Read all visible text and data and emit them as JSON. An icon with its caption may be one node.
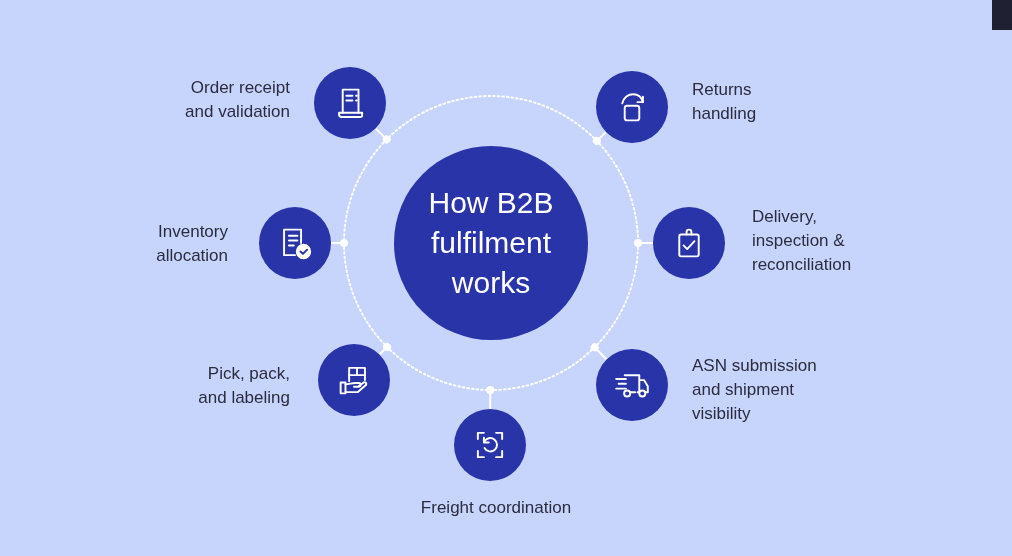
{
  "diagram": {
    "nodes": [
      {
        "text": [],
        "shape": "circle"
      },
      {
        "text": [
          "How B2B fulfilment works"
        ],
        "in": 0
      },
      {
        "text": [],
        "shape": "circle",
        "beside": [
          "Order receipt and validation"
        ]
      },
      {
        "text": [],
        "shape": "circle",
        "beside": [
          "Returns handling"
        ]
      },
      {
        "text": [],
        "shape": "circle",
        "beside": [
          "Inventory allocation"
        ]
      },
      {
        "text": [],
        "shape": "circle",
        "beside": [
          "Delivery, inspection & reconciliation"
        ]
      },
      {
        "text": [],
        "shape": "circle",
        "beside": [
          "Pick, pack, and labeling"
        ]
      },
      {
        "text": [],
        "shape": "circle",
        "beside": [
          "ASN submission and shipment visibility"
        ]
      },
      {
        "text": [],
        "shape": "circle",
        "beside": [
          "Freight coordination"
        ]
      }
    ],
    "edges": [
      {
        "from": 2,
        "to": 0,
        "arrow": "other"
      },
      {
        "from": 3,
        "to": 0,
        "arrow": "other"
      },
      {
        "from": 4,
        "to": 0,
        "arrow": "other"
      },
      {
        "from": 5,
        "to": 0,
        "arrow": "other"
      },
      {
        "from": 6,
        "to": 0,
        "arrow": "other"
      },
      {
        "from": 7,
        "to": 0,
        "arrow": "other"
      },
      {
        "from": 8,
        "to": 0,
        "arrow": "other"
      }
    ]
  }
}
